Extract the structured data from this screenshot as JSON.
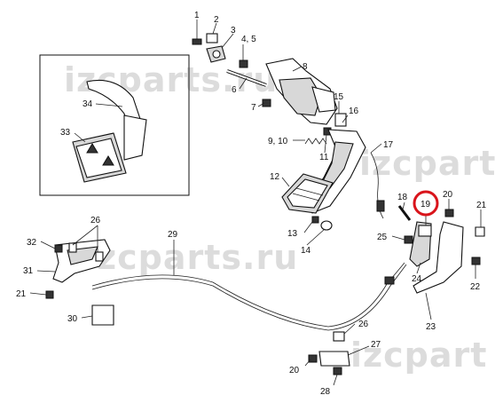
{
  "watermark": "izcparts.ru",
  "watermark_partial": "izcpart",
  "highlight_color": "#d9141b",
  "highlighted_callout": "19",
  "callouts": {
    "c1": "1",
    "c2": "2",
    "c3": "3",
    "c45": "4, 5",
    "c6": "6",
    "c7": "7",
    "c8": "8",
    "c910": "9, 10",
    "c11": "11",
    "c12": "12",
    "c13": "13",
    "c14": "14",
    "c15": "15",
    "c16": "16",
    "c17": "17",
    "c18": "18",
    "c19": "19",
    "c20a": "20",
    "c20b": "20",
    "c21a": "21",
    "c21b": "21",
    "c22": "22",
    "c23": "23",
    "c24": "24",
    "c25": "25",
    "c26a": "26",
    "c26b": "26",
    "c27": "27",
    "c28": "28",
    "c29": "29",
    "c30": "30",
    "c31": "31",
    "c32": "32",
    "c33": "33",
    "c34": "34"
  }
}
